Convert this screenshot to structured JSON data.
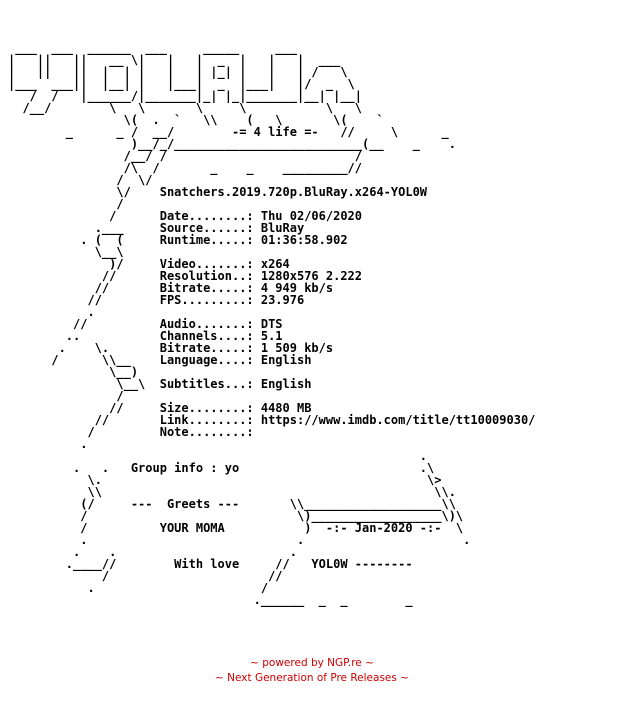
{
  "nfo": {
    "text": " ___  ___  ______  ___     _____     ___\n|   ||   ||   __ \\|   |   |  _  |   |   |  ___\n|   ||   ||  |  | |   |   | |_| |   |   | /   \\\n|___  ___||  |__| |   |___|  _  |___|   |/  _  \\\n   /  /   |______/|_______|_| |_|_______|__| |__|\n  /__/        \\   \\       \\     \\           \\   \\\n                \\(  .  `   \\\\    (   \\       \\(    `\n        _      _ /  __/        -= 4 life =-   //     \\      _\n                 )__/_/__________________________(__    _    .\n                /__/ /                          /\n                /\\  /       _    _    _________//\n               /  \\/\n               \\/    Snatchers.2019.720p.BluRay.x264-YOL0W\n               /\n              /      Date........: Thu 02/06/2020\n            .___     Source......: BluRay\n          . (  (     Runtime.....: 01:36:58.902\n            \\__\\\n              )/     Video.......: x264\n             //      Resolution..: 1280x576 2.222\n            //       Bitrate.....: 4 949 kb/s\n           //        FPS.........: 23.976\n           .\n         //          Audio.......: DTS\n        ..           Channels....: 5.1\n       .    \\.       Bitrate.....: 1 509 kb/s\n      /      \\\\__    Language....: English\n              \\__)\n               \\__\\  Subtitles...: English\n               /\n              //     Size........: 4480 MB\n            //       Link........: https://www.imdb.com/title/tt10009030/\n           /         Note........:\n          .\n                                                         .\n         .   .   Group info : yo                         .\\\n           \\.                                             \\>\n           \\\\                                              \\\\.\n          (/     ---  Greets ---       \\\\___________________\\\\\n          /                             \\)__________________\\)\\\n          /          YOUR MOMA           )  -:- Jan-2020 -:-  \\\n          .                             .                      .\n         .    .                        .\n        .____//        With love     //   YOL0W --------\n             /                      //\n           .                       /\n                                  .______  _  _        _"
  },
  "footer": {
    "line1": "~ powered by NGP.re ~",
    "line2": "~ Next Generation of Pre Releases ~"
  },
  "colors": {
    "text": "#000000",
    "footer": "#cc0000",
    "background": "#ffffff"
  }
}
